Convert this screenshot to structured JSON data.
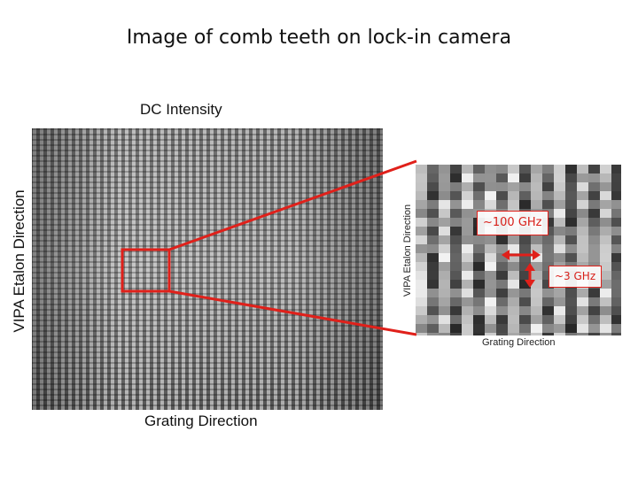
{
  "title": "Image of comb teeth on lock-in camera",
  "main_panel": {
    "heading": "DC Intensity",
    "y_label": "VIPA Etalon Direction",
    "x_label": "Grating Direction"
  },
  "zoom_panel": {
    "y_label": "VIPA Etalon Direction",
    "x_label": "Grating Direction"
  },
  "annotations": {
    "horizontal_spacing": "~100 GHz",
    "vertical_spacing": "~3 GHz"
  },
  "colors": {
    "highlight_red": "#e0201a",
    "callout_text": "#d8201a"
  }
}
